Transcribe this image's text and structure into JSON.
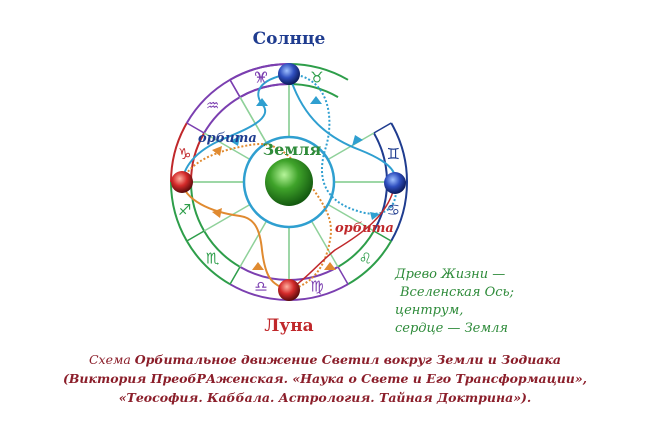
{
  "labels": {
    "sun": "Солнце",
    "moon": "Луна",
    "earth": "Земля",
    "orbit_left": "орбита",
    "orbit_right": "орбита"
  },
  "tree_of_life": [
    "Древо Жизни —",
    "Вселенская Ось;",
    "центрум,",
    "сердце — Земля"
  ],
  "caption": {
    "prefix": "Схема",
    "title": "Орбитальное движение Светил вокруг Земли и Зодиака",
    "line2": "(Виктория ПреобРАженская. «Наука о Свете и Его Трансформации»,",
    "line3": "«Теософия. Каббала. Астрология. Тайная Доктрина»)."
  },
  "zodiac": [
    {
      "name": "aries",
      "glyph": "♈",
      "color": "#7b3fb0"
    },
    {
      "name": "taurus",
      "glyph": "♉",
      "color": "#2e9e4a"
    },
    {
      "name": "gemini",
      "glyph": "♊",
      "color": "#1f3c8f"
    },
    {
      "name": "cancer",
      "glyph": "♋",
      "color": "#1f3c8f"
    },
    {
      "name": "leo",
      "glyph": "♌",
      "color": "#2e9e4a"
    },
    {
      "name": "virgo",
      "glyph": "♍",
      "color": "#7b3fb0"
    },
    {
      "name": "libra",
      "glyph": "♎",
      "color": "#7b3fb0"
    },
    {
      "name": "scorpio",
      "glyph": "♏",
      "color": "#2e9e4a"
    },
    {
      "name": "sagittarius",
      "glyph": "♐",
      "color": "#2e9e4a"
    },
    {
      "name": "capricorn",
      "glyph": "♑",
      "color": "#c0282b"
    },
    {
      "name": "aquarius",
      "glyph": "♒",
      "color": "#7b3fb0"
    },
    {
      "name": "pisces",
      "glyph": "♓",
      "color": "#7b3fb0"
    }
  ],
  "colors": {
    "sun_ball": "#2f4fbf",
    "moon_ball": "#d42a2a",
    "earth_ball": "#3fa32a",
    "blue_orbit": "#2f9fd0",
    "red_orbit": "#e08a30",
    "caption": "#8b1e2a"
  }
}
